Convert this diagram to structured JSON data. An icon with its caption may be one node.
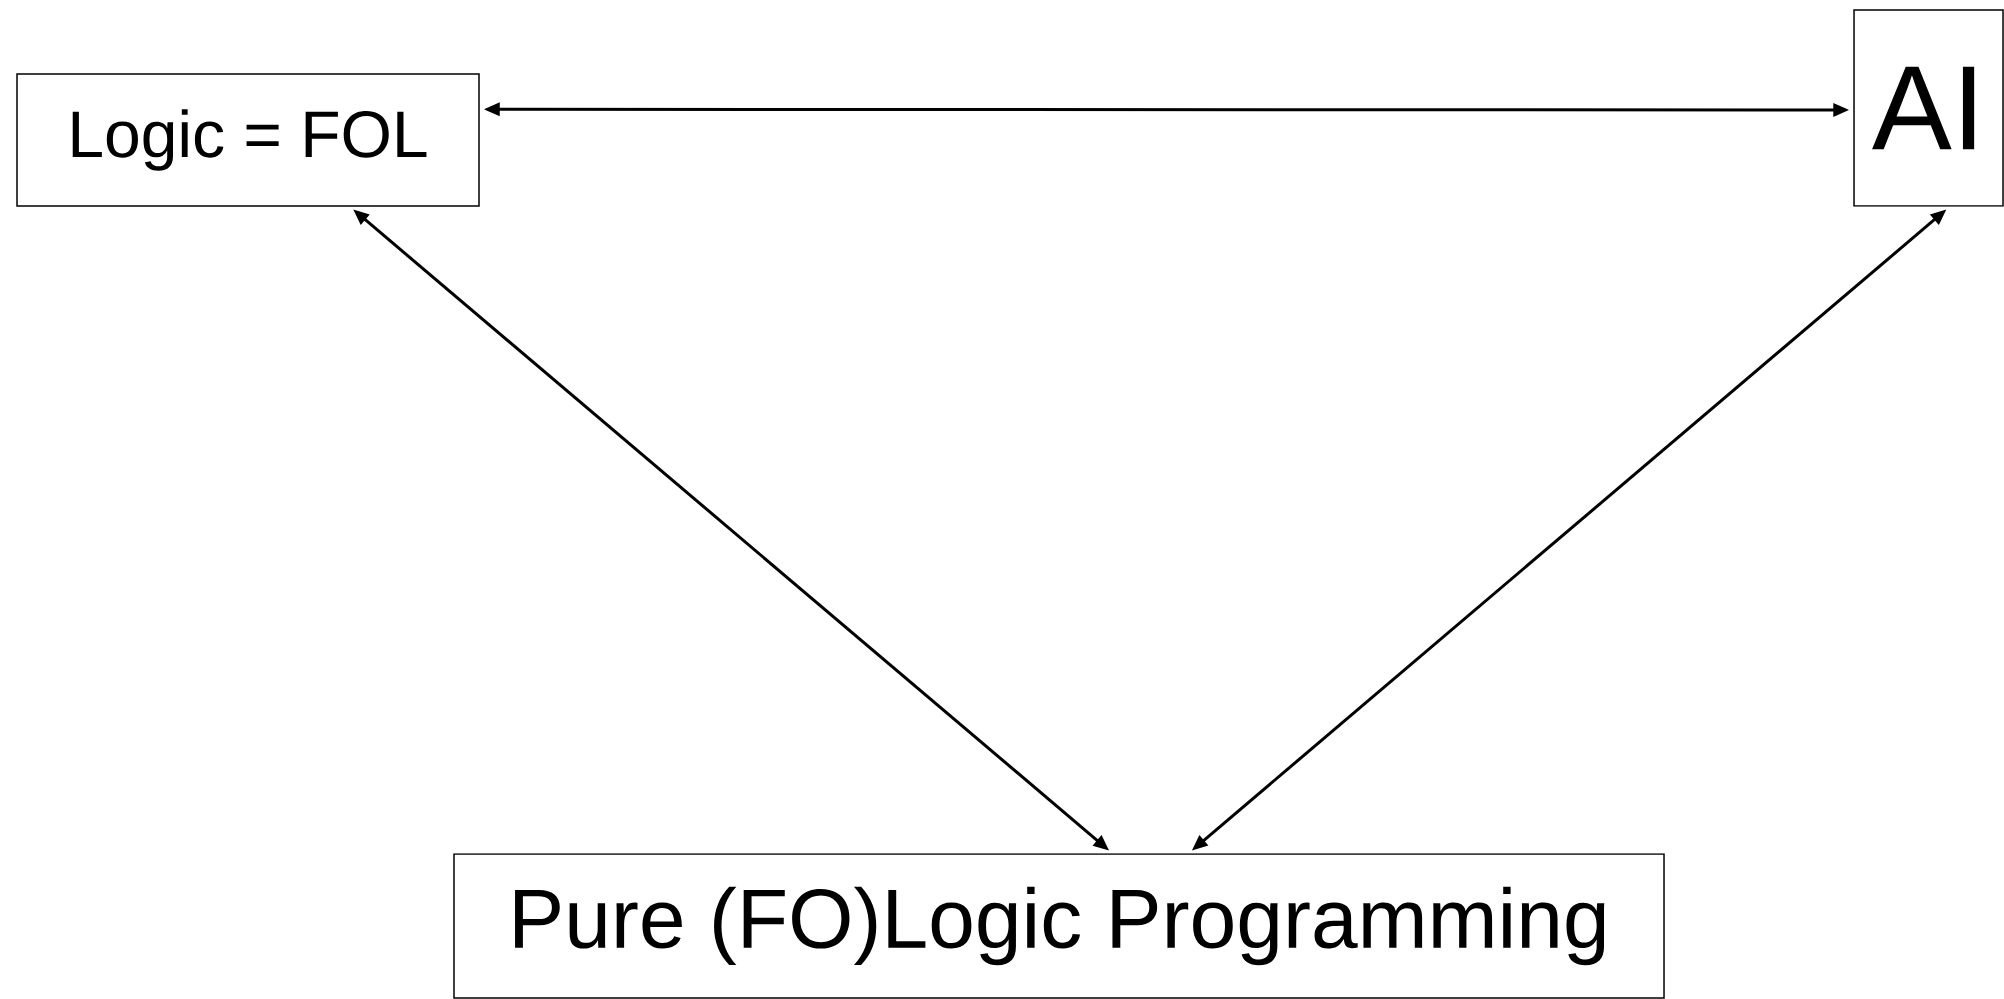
{
  "diagram": {
    "nodes": [
      {
        "text": [
          "Logic = FOL"
        ]
      },
      {
        "text": [
          "AI"
        ]
      },
      {
        "text": [
          "Pure (FO)Logic Programming"
        ]
      }
    ],
    "edges": [
      {
        "from": 0,
        "to": 1,
        "arrow": "both"
      },
      {
        "from": 0,
        "to": 2,
        "arrow": "both"
      },
      {
        "from": 1,
        "to": 2,
        "arrow": "both"
      }
    ]
  }
}
